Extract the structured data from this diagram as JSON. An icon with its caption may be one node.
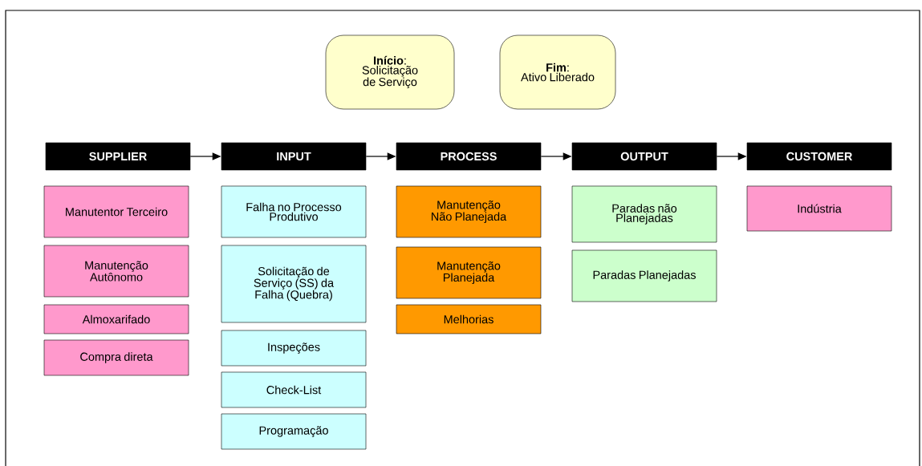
{
  "diagram": {
    "nodes": [
      {
        "text": [
          "**Início**:",
          "Solicitação de Serviço"
        ]
      },
      {
        "text": [
          "**Fim**:",
          "Ativo Liberado"
        ]
      },
      {
        "text": [
          "SUPPLIER"
        ]
      },
      {
        "text": [
          "INPUT"
        ]
      },
      {
        "text": [
          "PROCESS"
        ]
      },
      {
        "text": [
          "OUTPUT"
        ]
      },
      {
        "text": [
          "CUSTOMER"
        ]
      },
      {
        "text": [
          "Manutentor Terceiro"
        ]
      },
      {
        "text": [
          "Manutenção Autônomo"
        ]
      },
      {
        "text": [
          "Almoxarifado"
        ]
      },
      {
        "text": [
          "Compra direta"
        ]
      },
      {
        "text": [
          "Falha no Processo Produtivo"
        ]
      },
      {
        "text": [
          "Solicitação de Serviço (SS) da Falha (Quebra)"
        ]
      },
      {
        "text": [
          "Inspeções"
        ]
      },
      {
        "text": [
          "Check-List"
        ]
      },
      {
        "text": [
          "Programação"
        ]
      },
      {
        "text": [
          "Manutenção Não Planejada"
        ]
      },
      {
        "text": [
          "Manutenção Planejada"
        ]
      },
      {
        "text": [
          "Melhorias"
        ]
      },
      {
        "text": [
          "Paradas não Planejadas"
        ]
      },
      {
        "text": [
          "Paradas Planejadas"
        ]
      },
      {
        "text": [
          "Indústria"
        ]
      }
    ],
    "edges": [
      {
        "from": 2,
        "to": 3,
        "arrow": "to"
      },
      {
        "from": 3,
        "to": 4,
        "arrow": "to"
      },
      {
        "from": 4,
        "to": 5,
        "arrow": "to"
      },
      {
        "from": 5,
        "to": 6,
        "arrow": "to"
      }
    ]
  }
}
